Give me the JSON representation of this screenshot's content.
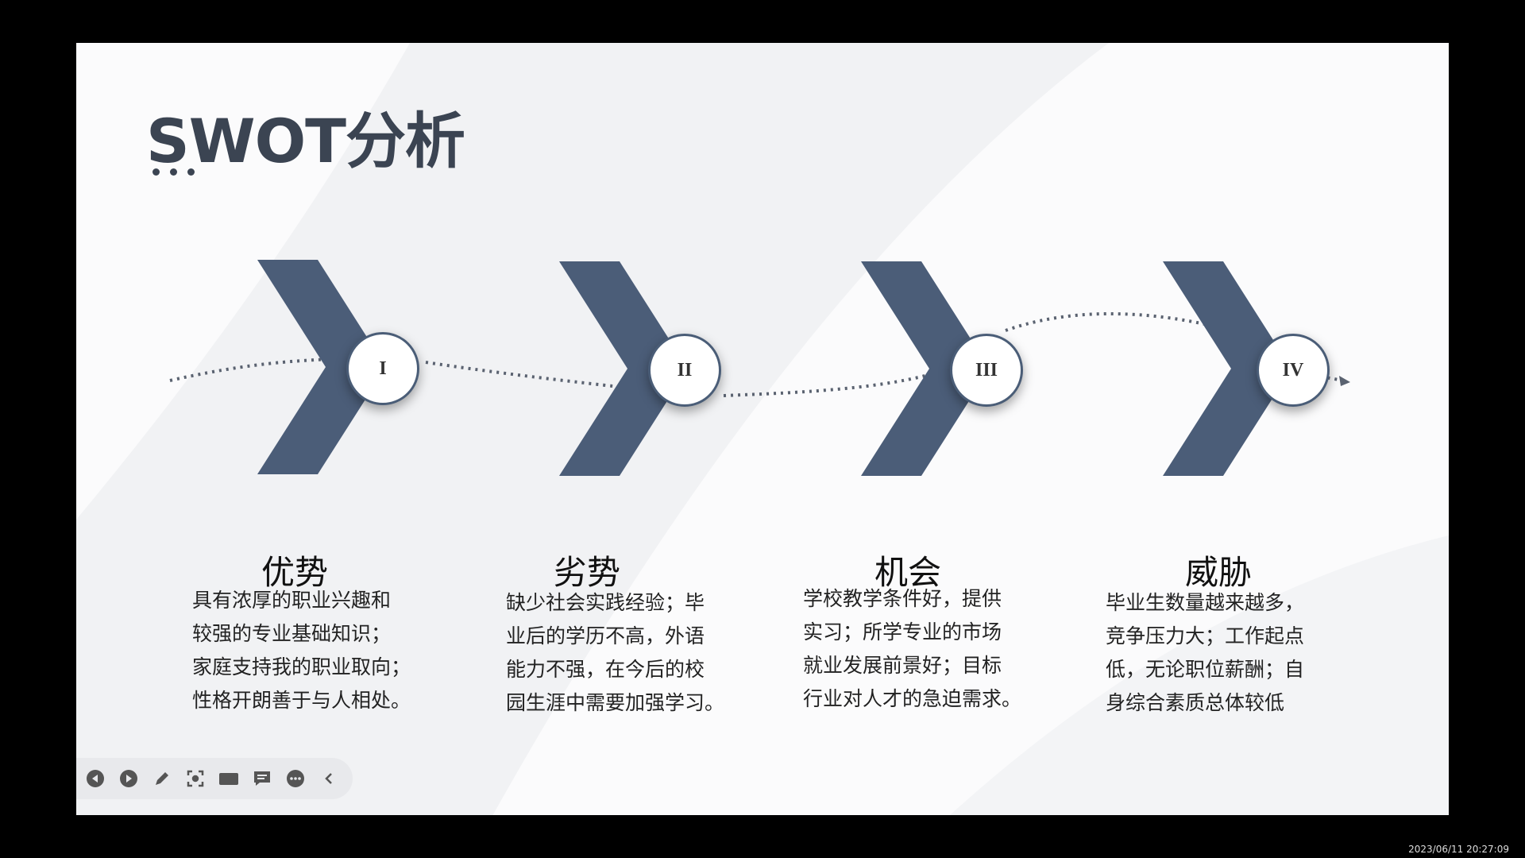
{
  "slide": {
    "title": "SWOT分析",
    "steps": [
      {
        "numeral": "I",
        "heading": "优势",
        "desc": "具有浓厚的职业兴趣和\n较强的专业基础知识；\n家庭支持我的职业取向；\n性格开朗善于与人相处。"
      },
      {
        "numeral": "II",
        "heading": "劣势",
        "desc": "缺少社会实践经验；毕\n业后的学历不高，外语\n能力不强，在今后的校\n园生涯中需要加强学习。"
      },
      {
        "numeral": "III",
        "heading": "机会",
        "desc": "学校教学条件好，提供\n实习；所学专业的市场\n就业发展前景好；目标\n行业对人才的急迫需求。"
      },
      {
        "numeral": "IV",
        "heading": "威胁",
        "desc": "毕业生数量越来越多，\n竞争压力大；工作起点\n低，无论职位薪酬；自\n身综合素质总体较低"
      }
    ]
  },
  "toolbar": {
    "icons": [
      "prev-icon",
      "next-icon",
      "pen-icon",
      "screenshot-icon",
      "camera-icon",
      "comment-icon",
      "more-icon",
      "collapse-icon"
    ]
  },
  "timestamp": "2023/06/11 20:27:09",
  "colors": {
    "chevron": "#4b5d78",
    "title": "#3b4452",
    "background": "#fbfbfc"
  }
}
